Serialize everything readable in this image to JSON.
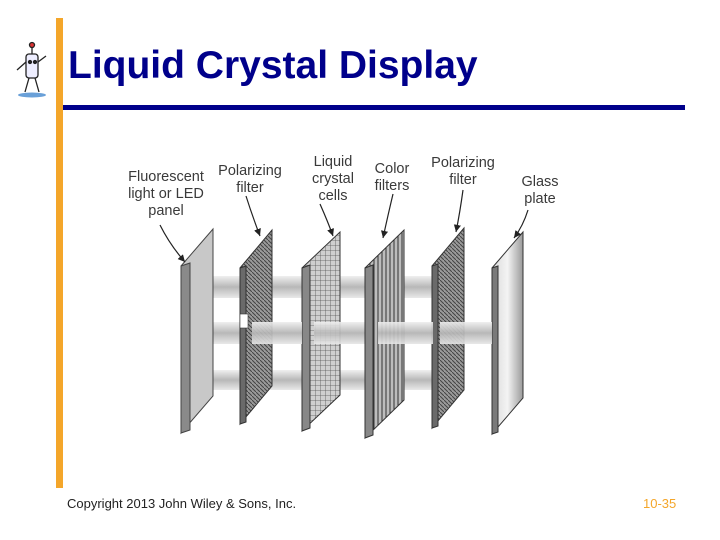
{
  "slide": {
    "title": "Liquid Crystal Display",
    "copyright": "Copyright 2013 John Wiley & Sons, Inc.",
    "page_number": "10-35"
  },
  "diagram": {
    "labels": {
      "backlight": [
        "Fluorescent",
        "light or LED",
        "panel"
      ],
      "polarizer1": [
        "Polarizing",
        "filter"
      ],
      "lc_cells": [
        "Liquid",
        "crystal",
        "cells"
      ],
      "color_filters": [
        "Color",
        "filters"
      ],
      "polarizer2": [
        "Polarizing",
        "filter"
      ],
      "glass": [
        "Glass",
        "plate"
      ]
    }
  },
  "colors": {
    "accent_bar": "#f4a62a",
    "title": "#00008b",
    "rule": "#00008b"
  }
}
